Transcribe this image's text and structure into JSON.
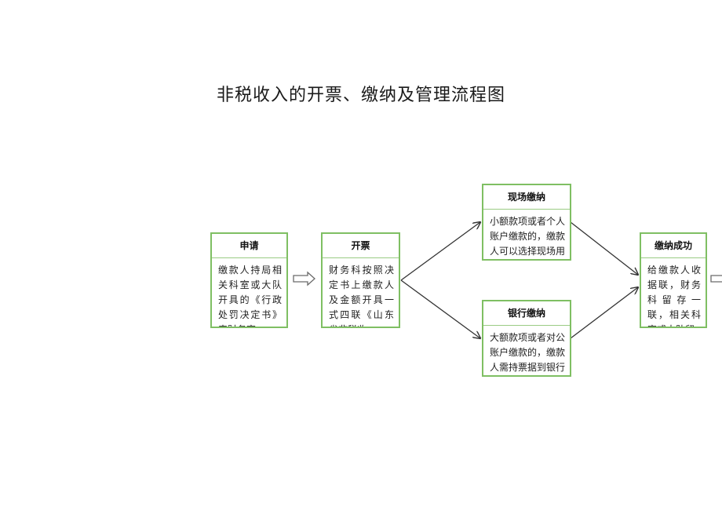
{
  "title": "非税收入的开票、缴纳及管理流程图",
  "colors": {
    "box_border": "#7fbf63",
    "arrow": "#333333",
    "hollow_arrow": "#6b6b6b"
  },
  "boxes": {
    "apply": {
      "title": "申请",
      "text": "缴款人持局相关科室或大队开具的《行政处罚决定书》来财务室"
    },
    "invoice": {
      "title": "开票",
      "text": "财务科按照决定书上缴款人及金额开具一式四联《山东省非税收"
    },
    "onsite": {
      "title": "现场缴纳",
      "text": "小额款项或者个人账户缴款的，缴款人可以选择现场用"
    },
    "bank": {
      "title": "银行缴纳",
      "text": "大额款项或者对公账户缴款的，缴款人需持票据到银行"
    },
    "success": {
      "title": "缴纳成功",
      "text": "给缴款人收据联，财务科留存一联，相关科室或大队留"
    }
  }
}
